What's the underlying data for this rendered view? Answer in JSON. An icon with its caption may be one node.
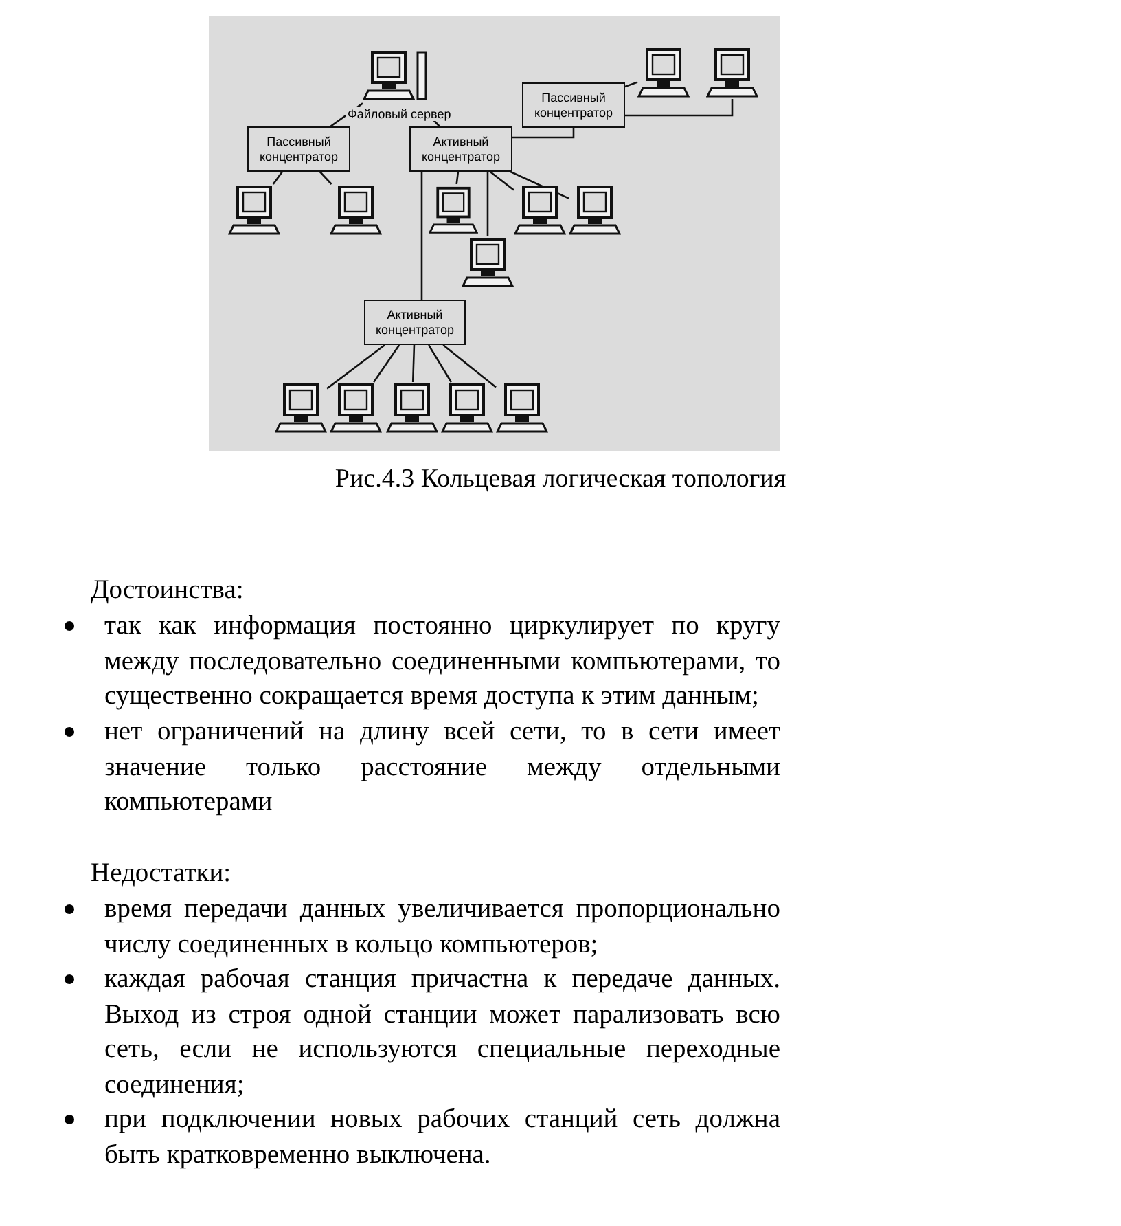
{
  "diagram": {
    "caption": "Рис.4.3 Кольцевая логическая топология",
    "nodes": [
      {
        "text": [],
        "shape": "computer",
        "beside": [
          "Файловый сервер"
        ]
      },
      {
        "text": [
          "Пассивный концентратор"
        ]
      },
      {
        "text": [
          "Активный концентратор"
        ]
      },
      {
        "text": [
          "Пассивный концентратор"
        ]
      },
      {
        "text": [],
        "shape": "computer"
      },
      {
        "text": [],
        "shape": "computer"
      },
      {
        "text": [],
        "shape": "computer"
      },
      {
        "text": [],
        "shape": "computer"
      },
      {
        "text": [],
        "shape": "computer"
      },
      {
        "text": [],
        "shape": "computer"
      },
      {
        "text": [],
        "shape": "computer"
      },
      {
        "text": [],
        "shape": "computer"
      },
      {
        "text": [
          "Активный концентратор"
        ]
      },
      {
        "text": [],
        "shape": "computer"
      },
      {
        "text": [],
        "shape": "computer"
      },
      {
        "text": [],
        "shape": "computer"
      },
      {
        "text": [],
        "shape": "computer"
      },
      {
        "text": [],
        "shape": "computer"
      }
    ],
    "edges": [
      {
        "from": 0,
        "to": 1,
        "arrow": "none"
      },
      {
        "from": 0,
        "to": 2,
        "arrow": "none"
      },
      {
        "from": 2,
        "to": 3,
        "arrow": "none"
      },
      {
        "from": 3,
        "to": 4,
        "arrow": "none"
      },
      {
        "from": 3,
        "to": 5,
        "arrow": "none"
      },
      {
        "from": 1,
        "to": 6,
        "arrow": "none"
      },
      {
        "from": 1,
        "to": 7,
        "arrow": "none"
      },
      {
        "from": 2,
        "to": 8,
        "arrow": "none"
      },
      {
        "from": 2,
        "to": 9,
        "arrow": "none"
      },
      {
        "from": 2,
        "to": 10,
        "arrow": "none"
      },
      {
        "from": 2,
        "to": 11,
        "arrow": "none"
      },
      {
        "from": 2,
        "to": 12,
        "arrow": "none"
      },
      {
        "from": 12,
        "to": 13,
        "arrow": "none"
      },
      {
        "from": 12,
        "to": 14,
        "arrow": "none"
      },
      {
        "from": 12,
        "to": 15,
        "arrow": "none"
      },
      {
        "from": 12,
        "to": 16,
        "arrow": "none"
      },
      {
        "from": 12,
        "to": 17,
        "arrow": "none"
      }
    ],
    "labels": [
      "Достоинства:",
      "так как информация постоянно циркулирует по кругу между последовательно соединенными компьютерами, то существенно сокращается время доступа к этим данным;",
      "нет ограничений на длину всей сети, то в сети имеет значение только расстояние между отдельными компьютерами",
      "Недостатки:",
      "время передачи данных увеличивается пропорционально числу соединенных в кольцо компьютеров;",
      "каждая рабочая станция причастна к передаче данных. Выход из строя одной станции может парализовать всю сеть, если не используются специальные переходные соединения;",
      "при подключении новых рабочих станций сеть должна быть кратковременно выключена."
    ]
  }
}
